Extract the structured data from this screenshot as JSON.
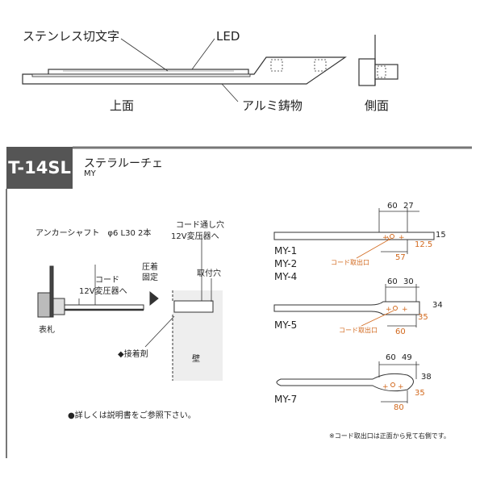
{
  "top": {
    "label_steel": "ステンレス切文字",
    "label_led": "LED",
    "label_top": "上面",
    "label_casting": "アルミ鋳物",
    "label_side": "側面"
  },
  "product": {
    "code": "T-14SL",
    "name": "ステラルーチェ",
    "sub": "MY"
  },
  "install": {
    "anchor": "アンカーシャフト　φ6 L30 2本",
    "cord": "コード",
    "cord_to": "12V変圧器へ",
    "fix1": "圧着",
    "fix2": "固定",
    "cord_hole": "コード通し穴",
    "cord_hole_to": "12V変圧器へ",
    "mount_hole": "取付穴",
    "plate": "表札",
    "adhesive": "◆接着剤",
    "wall": "壁"
  },
  "models": {
    "group1": [
      "MY-1",
      "MY-2",
      "MY-4"
    ],
    "group2": "MY-5",
    "group3": "MY-7"
  },
  "dims": {
    "d1": {
      "a": "60",
      "b": "27",
      "h": "15",
      "r": "12.5",
      "w": "57"
    },
    "d2": {
      "a": "60",
      "b": "30",
      "h": "34",
      "r": "35",
      "w": "60"
    },
    "d3": {
      "a": "60",
      "b": "49",
      "h": "38",
      "r": "35",
      "w": "80"
    },
    "cord_exit": "コード取出口"
  },
  "notes": {
    "manual": "●詳しくは説明書をご参照下さい。",
    "footnote": "※コード取出口は正面から見て右側です。"
  },
  "colors": {
    "accent": "#d2691e",
    "badge": "#555555",
    "line": "#333333"
  }
}
